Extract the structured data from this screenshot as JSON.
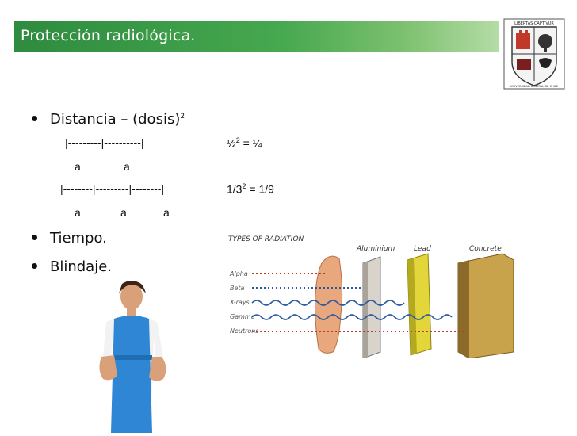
{
  "slide": {
    "title": "Protección radiológica."
  },
  "crest": {
    "top_text": "LIBERTAS·CAPTIVUR",
    "bottom_text": "UNIVERSIDAD AUSTRAL DE CHILE"
  },
  "content": {
    "bullet_1": {
      "text": "Distancia – (dosis)",
      "sup": "2"
    },
    "line_1": {
      "bars": "|---------|----------|",
      "formula_base": "½",
      "formula_sup": "2",
      "formula_rest": " = ¼"
    },
    "line_2": {
      "a1": "a",
      "a2": "a"
    },
    "line_3": {
      "bars": "|--------|---------|--------|",
      "formula_base": "1/3",
      "formula_sup": "2",
      "formula_rest": " = 1/9"
    },
    "line_4": {
      "a1": "a",
      "a2": "a",
      "a3": "a"
    },
    "bullet_2": "Tiempo.",
    "bullet_3": "Blindaje."
  },
  "radiation_figure": {
    "heading": "TYPES OF RADIATION",
    "materials": [
      "Aluminium",
      "Lead",
      "Concrete"
    ],
    "types": [
      "Alpha",
      "Beta",
      "X-rays",
      "Gamma",
      "Neutrons"
    ],
    "colors": {
      "alpha": "#c0392b",
      "beta": "#2c5aa0",
      "xray": "#2c5aa0",
      "gamma": "#2c5aa0",
      "neutron": "#c0392b"
    }
  },
  "theme": {
    "title_bar_color": "#2e8b3f",
    "title_text_color": "#ffffff"
  }
}
